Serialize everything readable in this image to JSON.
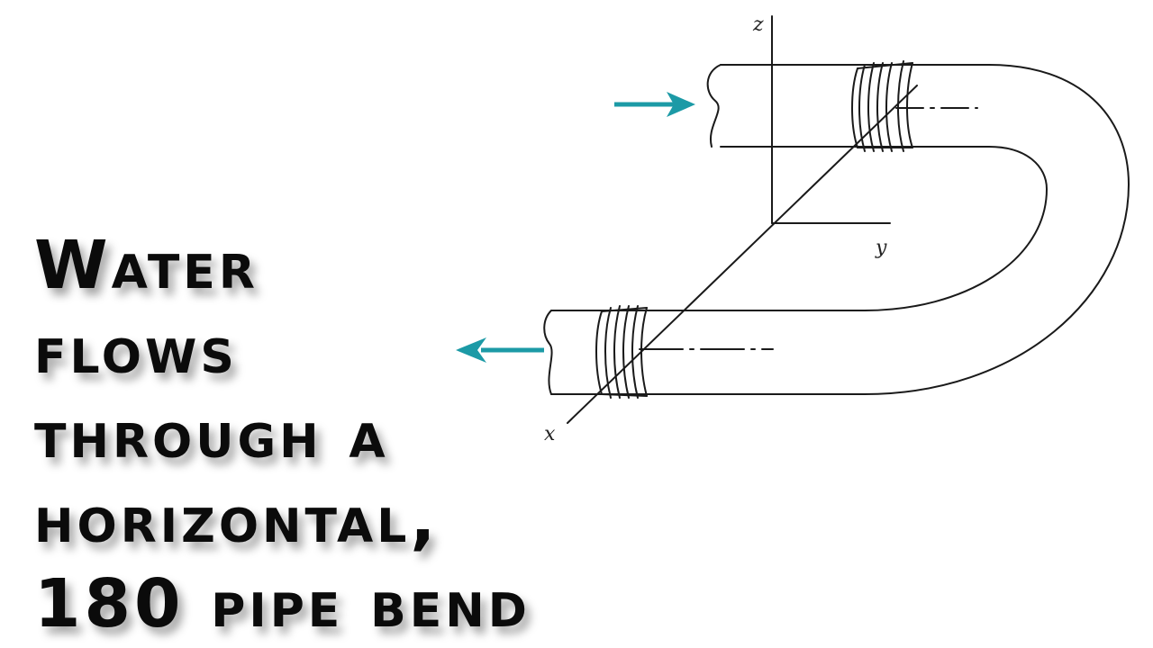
{
  "title_lines": [
    "Water",
    "flows",
    "through a",
    "horizontal,",
    "180 pipe bend"
  ],
  "diagram": {
    "axis_labels": {
      "x": "x",
      "y": "y",
      "z": "z"
    },
    "flow_arrow_color": "#1c9aa6",
    "line_color": "#1a1a1a",
    "inlet_arrow_direction": "right",
    "outlet_arrow_direction": "left"
  }
}
